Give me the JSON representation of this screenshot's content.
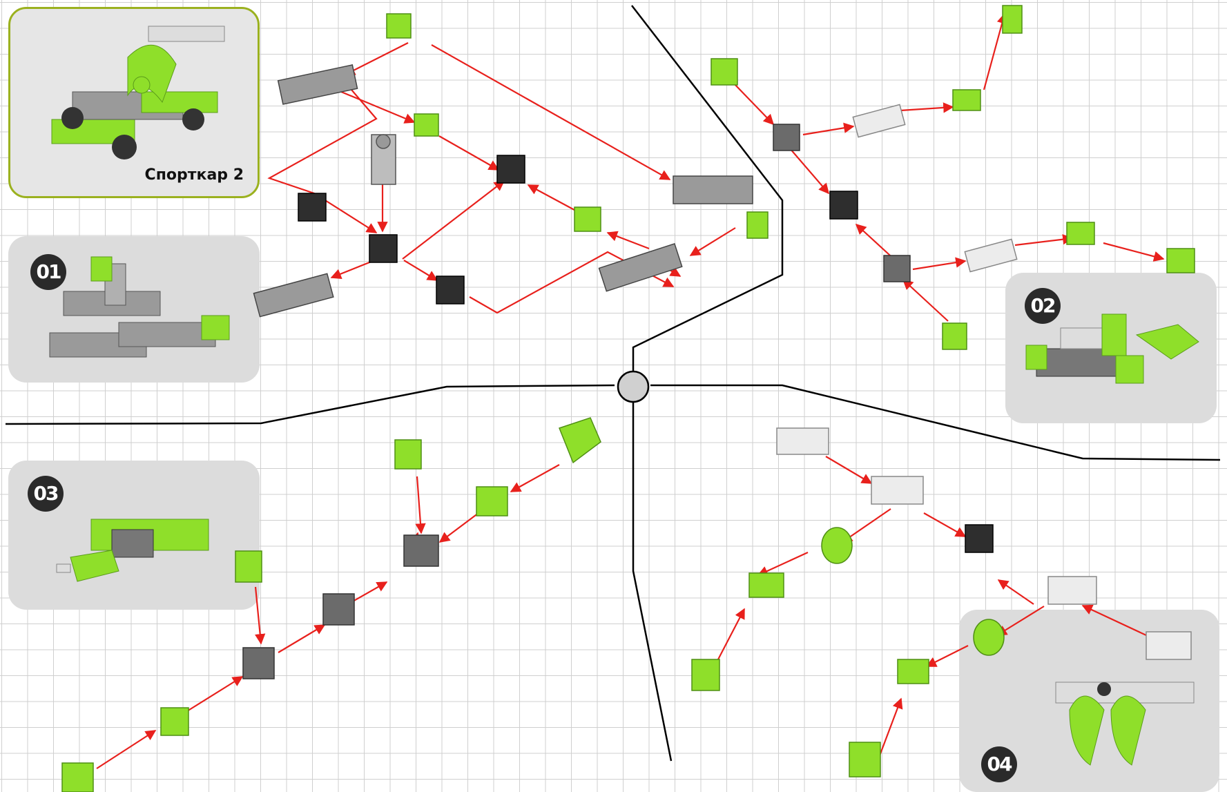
{
  "title_card": {
    "label": "Спорткар 2"
  },
  "steps": [
    {
      "number": "01"
    },
    {
      "number": "02"
    },
    {
      "number": "03"
    },
    {
      "number": "04"
    }
  ],
  "colors": {
    "lime": "#8fdf2a",
    "lime_dark": "#5a9c1a",
    "gray": "#8a8a8a",
    "dark": "#3a3a3a",
    "white_part": "#e9e9e9",
    "arrow": "#e8201c",
    "panel": "#dcdcdc",
    "frame": "#9bb11f"
  },
  "icons": [
    "car-model-icon",
    "lime-block-icon",
    "gray-beam-icon",
    "dark-hub-icon",
    "white-beam-icon",
    "wheel-icon",
    "hinge-icon",
    "connector-icon"
  ]
}
